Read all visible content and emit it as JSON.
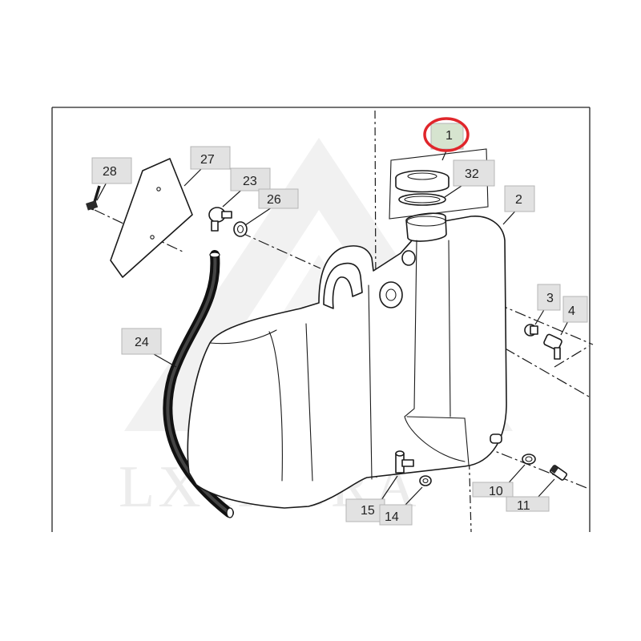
{
  "watermark": {
    "text": "LXTAGRA"
  },
  "callouts": {
    "c1": "1",
    "c2": "2",
    "c3": "3",
    "c4": "4",
    "c10": "10",
    "c11": "11",
    "c14": "14",
    "c15": "15",
    "c23": "23",
    "c24": "24",
    "c26": "26",
    "c27": "27",
    "c28": "28",
    "c32": "32"
  },
  "highlight": {
    "part": "1",
    "ring_color": "#e0262b",
    "fill_color": "#d6e4cf"
  }
}
